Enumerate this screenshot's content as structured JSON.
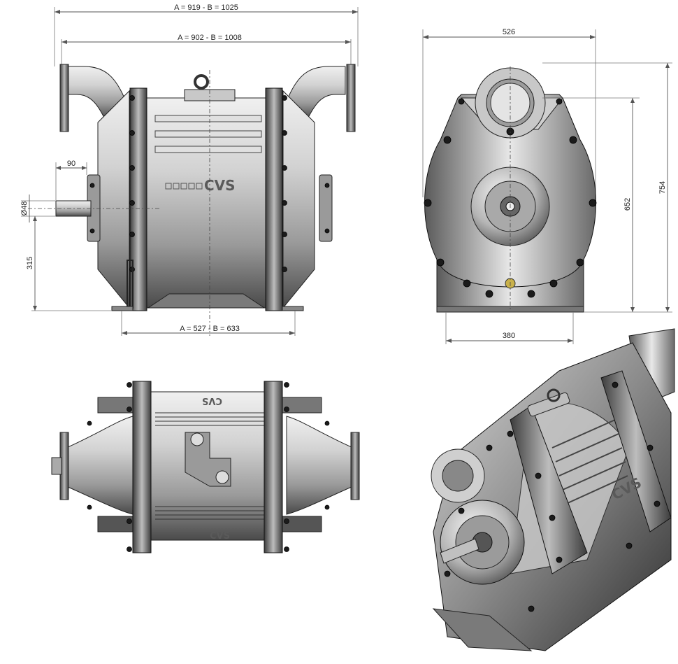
{
  "drawing": {
    "brand": "CVS",
    "front_view": {
      "dim_overall": "A = 919  -  B = 1025",
      "dim_flanges": "A = 902  -  B = 1008",
      "dim_feet": "A = 527  -  B = 633",
      "dim_shaft_len": "90",
      "dim_shaft_dia": "Ø48",
      "dim_shaft_height": "315"
    },
    "side_view": {
      "dim_width": "526",
      "dim_base": "380",
      "dim_height_652": "652",
      "dim_height_754": "754"
    }
  }
}
